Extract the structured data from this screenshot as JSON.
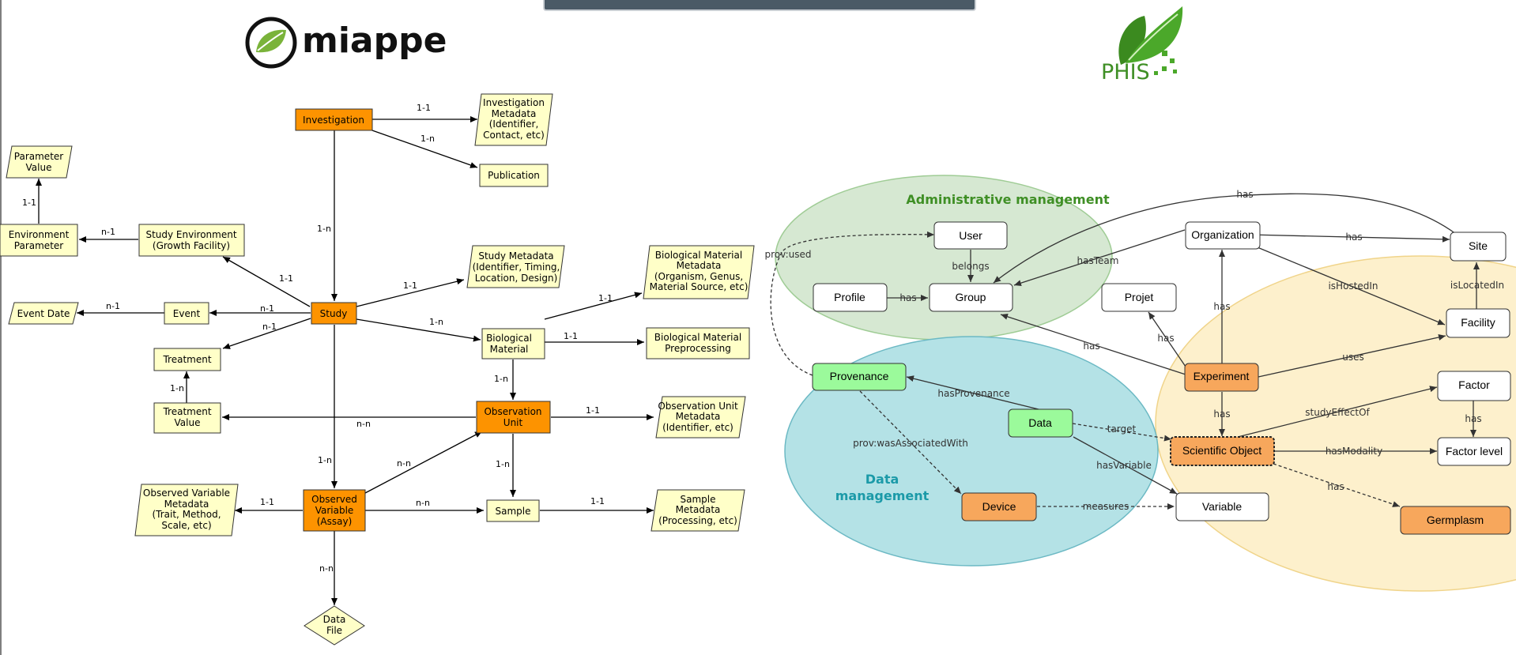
{
  "logos": {
    "miappe": "miappe",
    "phis": "PHIS"
  },
  "miappe_nodes": {
    "investigation": "Investigation",
    "investigation_metadata": [
      "Investigation",
      "Metadata",
      "(Identifier,",
      "Contact, etc)"
    ],
    "publication": "Publication",
    "parameter_value": [
      "Parameter",
      "Value"
    ],
    "environment_parameter": [
      "Environment",
      "Parameter"
    ],
    "study_environment": [
      "Study Environment",
      "(Growth Facility)"
    ],
    "study": "Study",
    "study_metadata": [
      "Study Metadata",
      "(Identifier, Timing,",
      "Location, Design)"
    ],
    "biological_material_metadata": [
      "Biological Material",
      "Metadata",
      "(Organism, Genus,",
      "Material Source, etc)"
    ],
    "event_date": "Event Date",
    "event": "Event",
    "treatment": "Treatment",
    "biological_material": [
      "Biological",
      "Material"
    ],
    "biological_material_preprocessing": [
      "Biological Material",
      "Preprocessing"
    ],
    "treatment_value": [
      "Treatment",
      "Value"
    ],
    "observation_unit": [
      "Observation",
      "Unit"
    ],
    "observation_unit_metadata": [
      "Observation Unit",
      "Metadata",
      "(Identifier, etc)"
    ],
    "observed_variable_metadata": [
      "Observed Variable",
      "Metadata",
      "(Trait, Method,",
      "Scale, etc)"
    ],
    "observed_variable": [
      "Observed",
      "Variable",
      "(Assay)"
    ],
    "sample": "Sample",
    "sample_metadata": [
      "Sample",
      "Metadata",
      "(Processing, etc)"
    ],
    "data_file": [
      "Data",
      "File"
    ]
  },
  "miappe_edges": {
    "inv_meta": "1-1",
    "inv_pub": "1-n",
    "inv_study": "1-n",
    "env_param": "1-1",
    "studyenv_env": "n-1",
    "study_studyenv": "1-1",
    "study_meta": "1-1",
    "study_biomat": "1-n",
    "event_eventdate": "n-1",
    "study_event": "n-1",
    "study_treatment": "n-1",
    "treatval_treat": "1-n",
    "obsunit_treatval": "n-n",
    "study_obsvar": "1-n",
    "biomat_meta": "1-1",
    "biomat_pre": "1-1",
    "biomat_obsunit": "1-n",
    "obsunit_meta": "1-1",
    "obsvar_obsunit": "n-n",
    "obsunit_sample": "1-n",
    "obsvar_sample": "n-n",
    "sample_meta": "1-1",
    "obsvar_meta": "1-1",
    "obsvar_datafile": "n-n"
  },
  "phis_regions": {
    "admin": "Administrative management",
    "data": [
      "Data",
      "management"
    ]
  },
  "phis_nodes": {
    "user": "User",
    "organization": "Organization",
    "site": "Site",
    "profile": "Profile",
    "group": "Group",
    "projet": "Projet",
    "facility": "Facility",
    "provenance": "Provenance",
    "experiment": "Experiment",
    "factor": "Factor",
    "data": "Data",
    "scientific_object": "Scientific Object",
    "factor_level": "Factor level",
    "device": "Device",
    "variable": "Variable",
    "germplasm": "Germplasm"
  },
  "phis_edges": {
    "org_group_arc": "has",
    "prov_used": "prov:used",
    "belongs": "belongs",
    "has_team": "hasTeam",
    "org_site": "has",
    "profile_group": "has",
    "is_hosted_in": "isHostedIn",
    "is_located_in": "isLocatedIn",
    "exp_org": "has",
    "exp_projet": "has",
    "exp_group": "has",
    "uses": "uses",
    "has_provenance": "hasProvenance",
    "exp_so": "has",
    "study_effect_of": "studyEffectOf",
    "factor_level": "has",
    "target": "target",
    "was_associated_with": "prov:wasAssociatedWith",
    "has_variable": "hasVariable",
    "has_modality": "hasModality",
    "measures": "measures",
    "so_germplasm": "has"
  },
  "colors": {
    "orange": "#fd9300",
    "pale_yellow": "#ffffc8",
    "phis_orange": "#f7a75c",
    "phis_green": "#9bfa9b",
    "admin_fill": "#d6e8d2",
    "data_fill": "#b4e2e6",
    "exp_fill": "#fdf0cc"
  }
}
